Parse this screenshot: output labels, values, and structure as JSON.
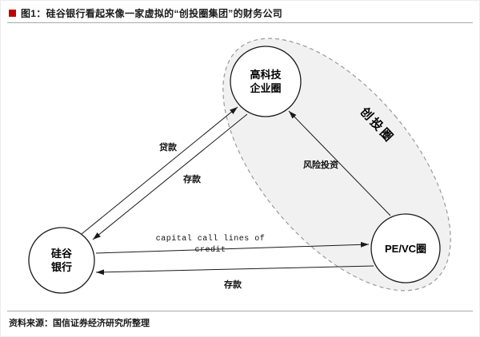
{
  "figure": {
    "title": "图1：硅谷银行看起来像一家虚拟的“创投圈集团”的财务公司",
    "source": "资料来源：国信证券经济研究所整理"
  },
  "diagram": {
    "cluster_label": "创投圈",
    "nodes": {
      "tech": {
        "line1": "高科技",
        "line2": "企业圈"
      },
      "bank": {
        "line1": "硅谷",
        "line2": "银行"
      },
      "pevc": {
        "label": "PE/VC圈"
      }
    },
    "edges": {
      "loan_label": "贷款",
      "deposit_from_tech_label": "存款",
      "venture_label": "风险投资",
      "capital_call_line1": "capital call lines of",
      "capital_call_line2": "credit",
      "deposit_from_pevc_label": "存款"
    }
  },
  "colors": {
    "accent_red": "#c00000",
    "line": "#1a1a1a",
    "cluster_fill": "#f1f1f1"
  }
}
